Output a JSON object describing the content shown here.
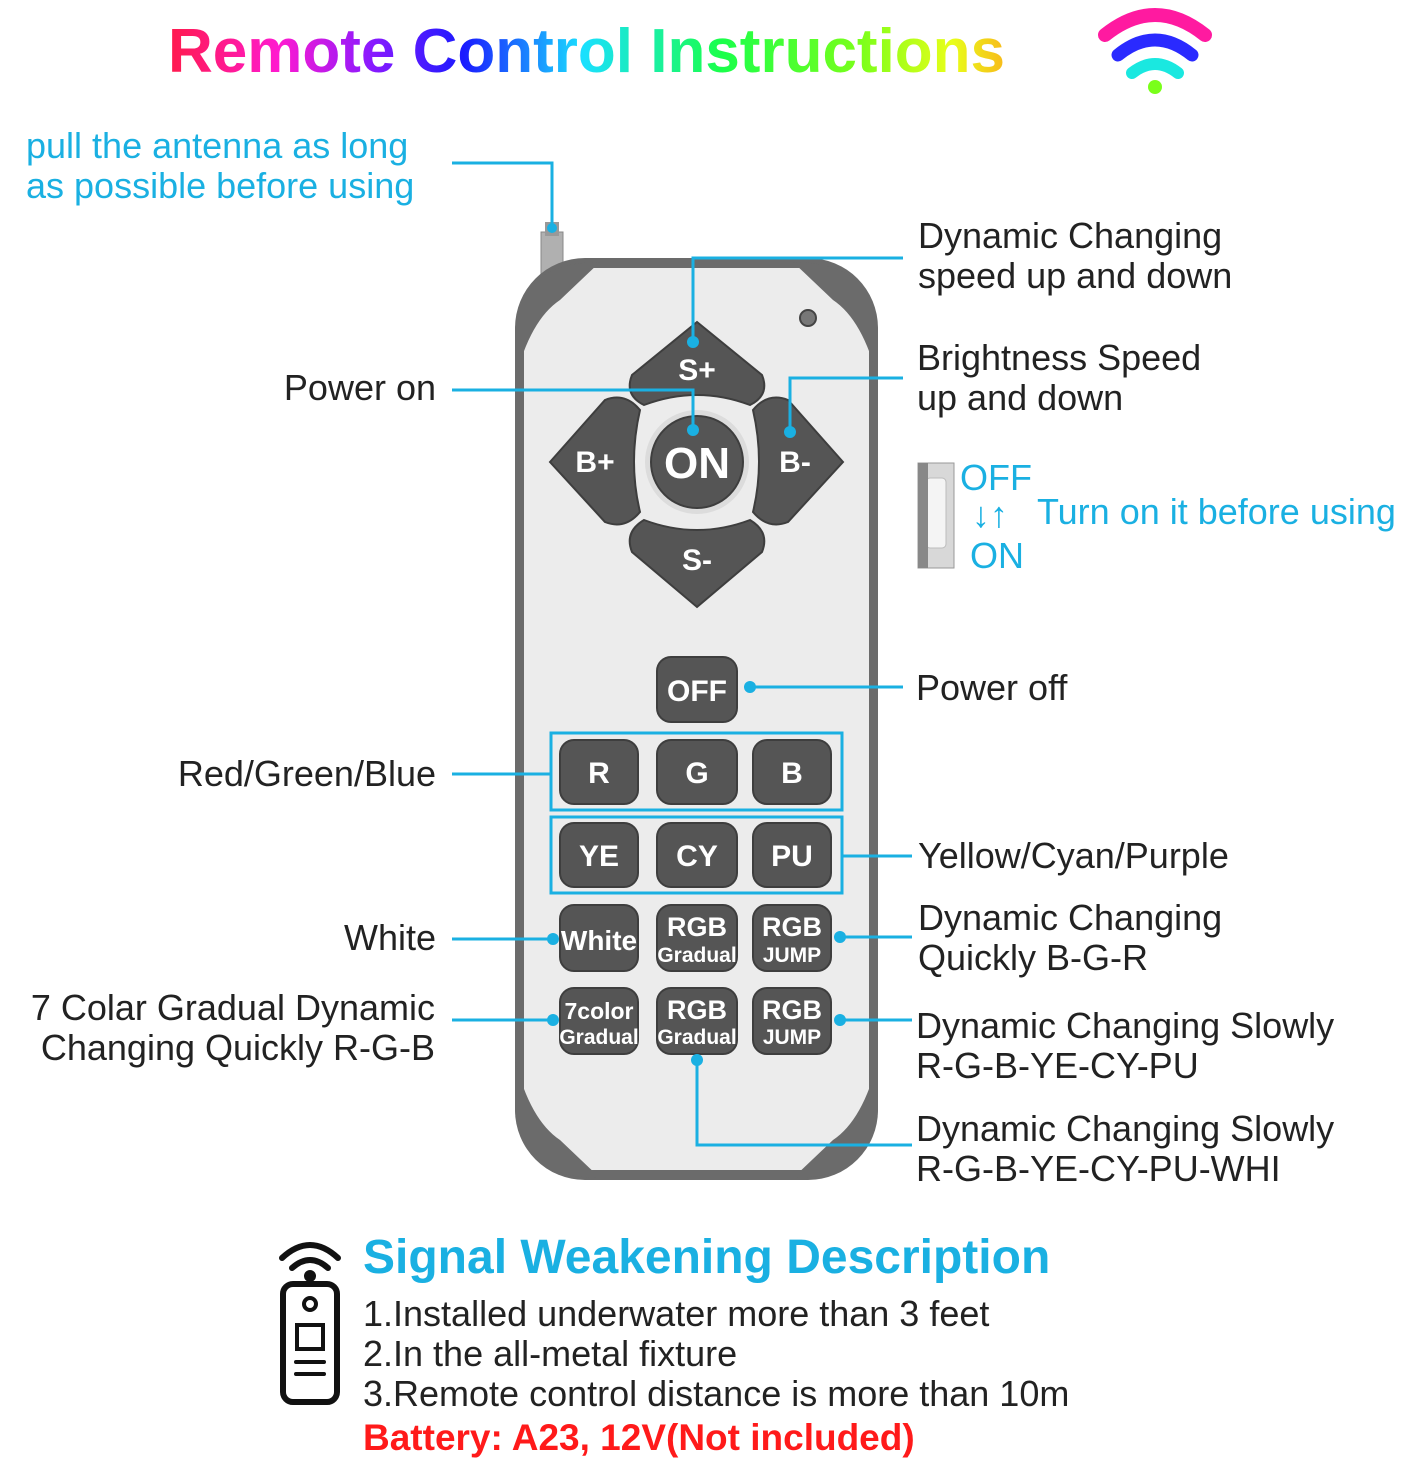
{
  "title": "Remote Control Instructions",
  "colors": {
    "accent": "#1ab0e2",
    "warning": "#ff1a1a",
    "button": "#555555",
    "body": "#ececec",
    "trim": "#6b6b6b"
  },
  "antenna_note": [
    "pull the antenna as long",
    "as possible before using"
  ],
  "buttons": {
    "s_plus": "S+",
    "s_minus": "S-",
    "b_plus": "B+",
    "b_minus": "B-",
    "on": "ON",
    "off": "OFF",
    "r": "R",
    "g": "G",
    "b": "B",
    "ye": "YE",
    "cy": "CY",
    "pu": "PU",
    "white": "White",
    "rgb_gradual_1": [
      "RGB",
      "Gradual"
    ],
    "rgb_jump_1": [
      "RGB",
      "JUMP"
    ],
    "color7_gradual": [
      "7color",
      "Gradual"
    ],
    "rgb_gradual_2": [
      "RGB",
      "Gradual"
    ],
    "rgb_jump_2": [
      "RGB",
      "JUMP"
    ]
  },
  "labels": {
    "speed": [
      "Dynamic Changing",
      "speed up and down"
    ],
    "power_on": "Power on",
    "brightness": [
      "Brightness Speed",
      "up and down"
    ],
    "switch_off": "OFF",
    "switch_on": "ON",
    "switch_arrows": "↓↑",
    "switch_note": "Turn on it before using",
    "power_off": "Power off",
    "rgb": "Red/Green/Blue",
    "ycp": "Yellow/Cyan/Purple",
    "white": "White",
    "quick_bgr": [
      "Dynamic Changing",
      "Quickly B-G-R"
    ],
    "seven_color": [
      "7 Colar Gradual Dynamic",
      "Changing Quickly R-G-B"
    ],
    "slow_6": [
      "Dynamic Changing Slowly",
      "R-G-B-YE-CY-PU"
    ],
    "slow_7": [
      "Dynamic Changing Slowly",
      "R-G-B-YE-CY-PU-WHI"
    ]
  },
  "signal": {
    "heading": "Signal Weakening Description",
    "items": [
      "1.Installed underwater more than 3 feet",
      "2.In the all-metal fixture",
      "3.Remote control distance is more than 10m"
    ],
    "battery": "Battery: A23, 12V(Not included)"
  }
}
